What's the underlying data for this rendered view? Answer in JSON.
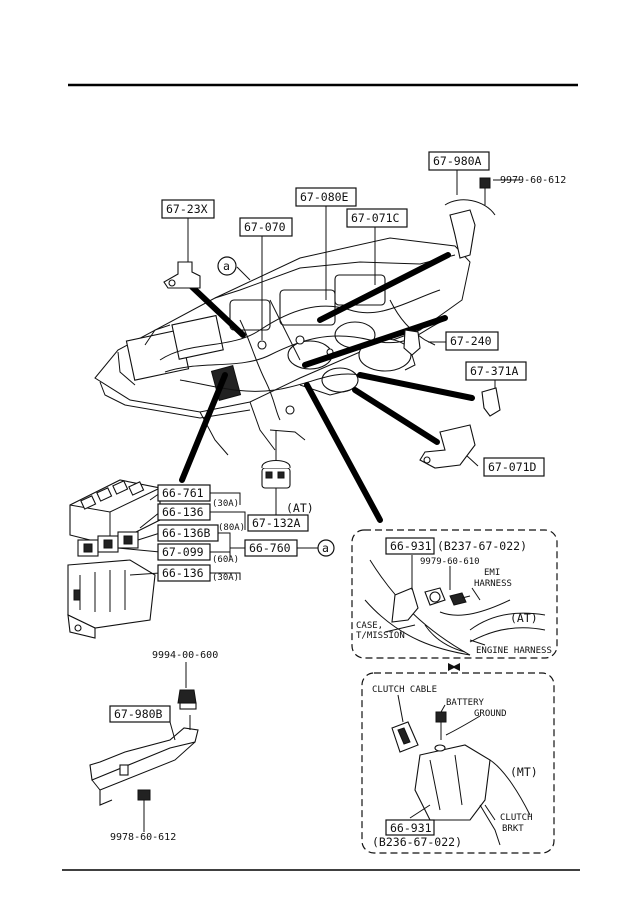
{
  "labels": {
    "p_67_980A": "67-980A",
    "bolt_9979_60_612": "9979-60-612",
    "p_67_23X": "67-23X",
    "p_67_080E": "67-080E",
    "p_67_070": "67-070",
    "p_67_071C": "67-071C",
    "ref_a_1": "a",
    "p_67_240": "67-240",
    "p_67_371A": "67-371A",
    "p_67_071D": "67-071D",
    "p_66_761": "66-761",
    "p_66_136_1": "66-136",
    "p_66_136B": "66-136B",
    "p_67_099": "67-099",
    "p_66_136_2": "66-136",
    "fuse_30A_1": "(30A)",
    "fuse_80A": "(80A)",
    "fuse_60A": "(60A)",
    "fuse_30A_2": "(30A)",
    "p_67_132A": "67-132A",
    "at_1": "(AT)",
    "p_66_760": "66-760",
    "ref_a_2": "a",
    "nut_9994_00_600": "9994-00-600",
    "p_67_980B": "67-980B",
    "bolt_9978_60_612": "9978-60-612"
  },
  "at_detail": {
    "part": "66-931",
    "part_ref": "(B237-67-022)",
    "bolt": "9979-60-610",
    "emi_1": "EMI",
    "emi_2": "HARNESS",
    "case_1": "CASE,",
    "case_2": "T/MISSION",
    "engine_harness": "ENGINE HARNESS",
    "variant": "(AT)"
  },
  "mt_detail": {
    "clutch_cable": "CLUTCH CABLE",
    "battery_1": "BATTERY",
    "battery_2": "GROUND",
    "variant": "(MT)",
    "clutch_1": "CLUTCH",
    "clutch_2": "BRKT",
    "part": "66-931",
    "part_ref": "(B236-67-022)"
  }
}
